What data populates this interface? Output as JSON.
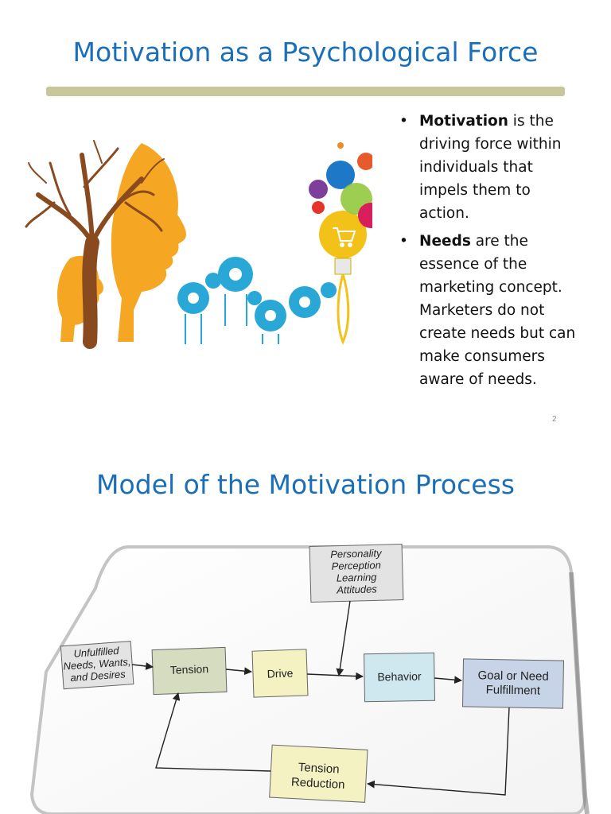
{
  "slide1": {
    "title": "Motivation as a Psychological Force",
    "bullets": [
      {
        "bold": "Motivation",
        "text": " is the driving force within individuals that impels them to action."
      },
      {
        "bold": "Needs",
        "text": " are the essence of the marketing concept. Marketers do not create needs but can make consumers aware of needs."
      }
    ],
    "page_number": "2",
    "illustration": {
      "icons": [
        "tree-icon",
        "head-silhouette-icon",
        "gear-icon",
        "globe-icon",
        "music-icon",
        "shopping-cart-icon",
        "download-icon",
        "lightbulb-icon",
        "24h-icon"
      ],
      "colors": {
        "tree": "#8a4a1f",
        "head": "#f2a31f",
        "gears": "#29a8d8"
      }
    }
  },
  "slide2": {
    "title": "Model of the Motivation Process",
    "diagram": {
      "boxes": {
        "influences": [
          "Personality",
          "Perception",
          "Learning",
          "Attitudes"
        ],
        "needs": [
          "Unfulfilled",
          "Needs, Wants,",
          "and Desires"
        ],
        "tension": "Tension",
        "drive": "Drive",
        "behavior": "Behavior",
        "goal": [
          "Goal or Need",
          "Fulfillment"
        ],
        "reduction": [
          "Tension",
          "Reduction"
        ]
      },
      "colors": {
        "tension": "#d6dcc0",
        "drive": "#f4f1c2",
        "behavior": "#cfe7ee",
        "goal": "#c7d3e6",
        "reduction": "#f4f1c2",
        "neutral": "#e0e0e0"
      }
    }
  }
}
